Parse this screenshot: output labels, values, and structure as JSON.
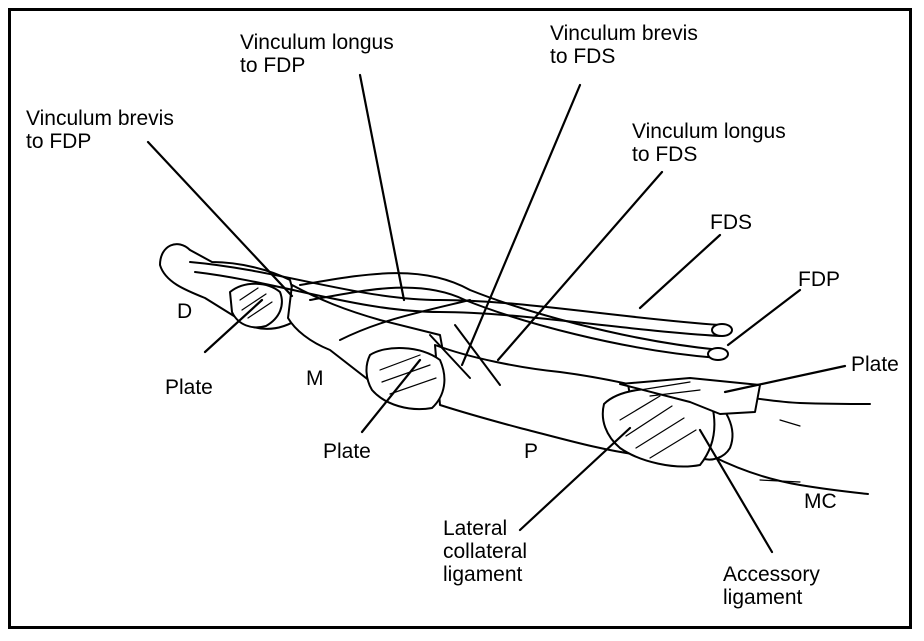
{
  "labels": {
    "vinculum_longus_fdp": [
      "Vinculum longus",
      "to FDP"
    ],
    "vinculum_brevis_fds": [
      "Vinculum brevis",
      "to FDS"
    ],
    "vinculum_brevis_fdp": [
      "Vinculum brevis",
      "to FDP"
    ],
    "vinculum_longus_fds": [
      "Vinculum longus",
      "to FDS"
    ],
    "fds": "FDS",
    "fdp": "FDP",
    "d": "D",
    "plate_distal": "Plate",
    "m": "M",
    "plate_middle": "Plate",
    "p": "P",
    "plate_right": "Plate",
    "mc": "MC",
    "lateral_collateral": [
      "Lateral",
      "collateral",
      "ligament"
    ],
    "accessory": [
      "Accessory",
      "ligament"
    ]
  },
  "colors": {
    "ink": "#000000",
    "bone": "#ffffff"
  }
}
